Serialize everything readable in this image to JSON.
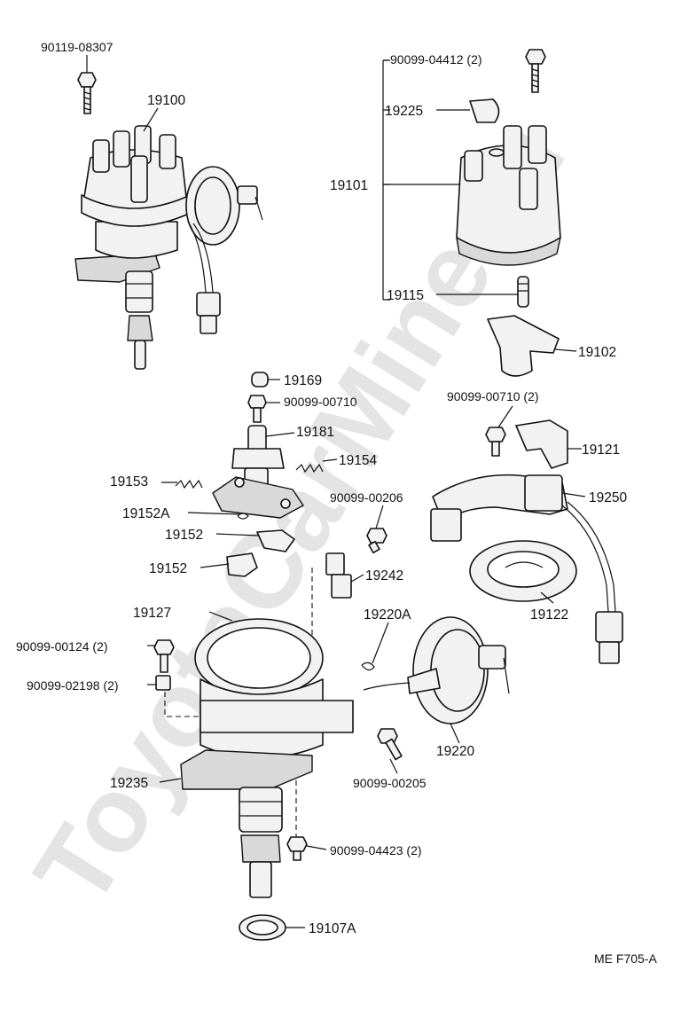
{
  "watermark": "ToyotaCarMine.ru",
  "drawing_code": "ME F705-A",
  "labels": {
    "p90119_08307": "90119-08307",
    "p19100": "19100",
    "p90099_04412": "90099-04412 (2)",
    "p19225": "19225",
    "p19101": "19101",
    "p19115": "19115",
    "p19102": "19102",
    "p19169": "19169",
    "p90099_00710": "90099-00710",
    "p90099_00710_2": "90099-00710 (2)",
    "p19181": "19181",
    "p19121": "19121",
    "p19153": "19153",
    "p19154": "19154",
    "p19250": "19250",
    "p19152A": "19152A",
    "p90099_00206": "90099-00206",
    "p19152_upper": "19152",
    "p19152_lower": "19152",
    "p19242": "19242",
    "p19122": "19122",
    "p19127": "19127",
    "p19220A": "19220A",
    "p90099_00124": "90099-00124 (2)",
    "p90099_02198": "90099-02198 (2)",
    "p19220": "19220",
    "p90099_00205": "90099-00205",
    "p19235": "19235",
    "p90099_04423": "90099-04423 (2)",
    "p19107A": "19107A"
  }
}
